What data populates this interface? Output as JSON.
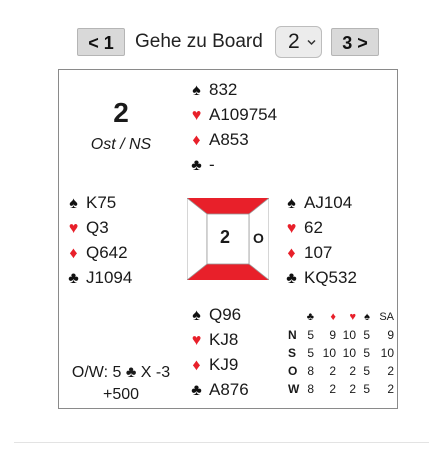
{
  "nav": {
    "prev_label": "< 1",
    "goto_label": "Gehe zu Board",
    "board_select_value": "2",
    "next_label": "3 >"
  },
  "board": {
    "number": "2",
    "vulnerability": "Ost / NS",
    "dealer_mark": "O"
  },
  "suit_symbols": {
    "spades": "♠",
    "hearts": "♥",
    "diamonds": "♦",
    "clubs": "♣"
  },
  "colors": {
    "red_suit": "#e8202a",
    "vul_red": "#e8202a",
    "black_suit": "#111111"
  },
  "hands": {
    "north": {
      "spades": "832",
      "hearts": "A109754",
      "diamonds": "A853",
      "clubs": "-"
    },
    "west": {
      "spades": "K75",
      "hearts": "Q3",
      "diamonds": "Q642",
      "clubs": "J1094"
    },
    "east": {
      "spades": "AJ104",
      "hearts": "62",
      "diamonds": "107",
      "clubs": "KQ532"
    },
    "south": {
      "spades": "Q96",
      "hearts": "KJ8",
      "diamonds": "KJ9",
      "clubs": "A876"
    }
  },
  "result": {
    "contract_prefix": "O/W: 5",
    "contract_suffix": "X -3",
    "score": "+500"
  },
  "tricks": {
    "headers": [
      "♣",
      "♦",
      "♥",
      "♠",
      "SA"
    ],
    "rows": [
      {
        "dir": "N",
        "values": [
          "5",
          "9",
          "10",
          "5",
          "9"
        ]
      },
      {
        "dir": "S",
        "values": [
          "5",
          "10",
          "10",
          "5",
          "10"
        ]
      },
      {
        "dir": "O",
        "values": [
          "8",
          "2",
          "2",
          "5",
          "2"
        ]
      },
      {
        "dir": "W",
        "values": [
          "8",
          "2",
          "2",
          "5",
          "2"
        ]
      }
    ]
  }
}
